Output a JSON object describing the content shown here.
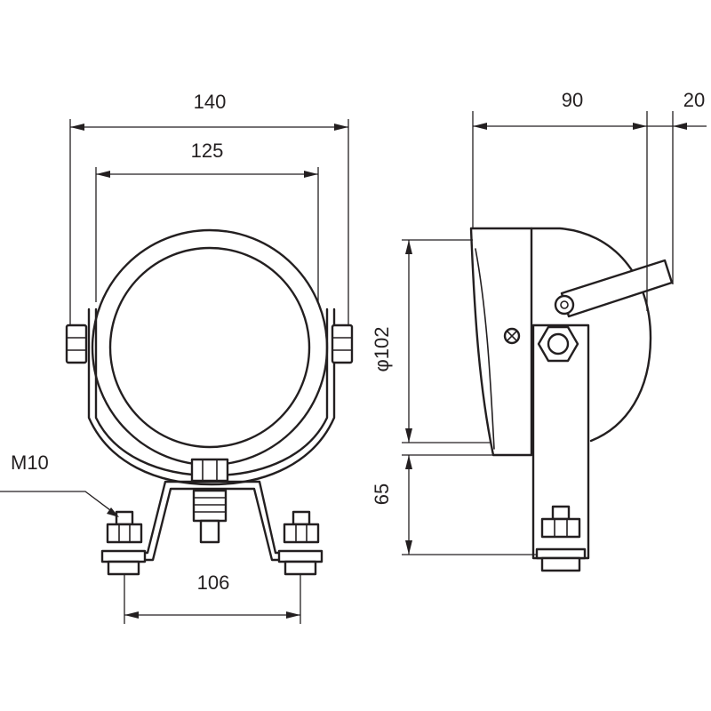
{
  "front_view": {
    "dim_overall_width": "140",
    "dim_bracket_inner": "125",
    "dim_bolt_spacing": "106",
    "bolt_label": "M10"
  },
  "side_view": {
    "dim_depth": "90",
    "dim_handle": "20",
    "dim_diameter": "φ102",
    "dim_height": "65"
  }
}
